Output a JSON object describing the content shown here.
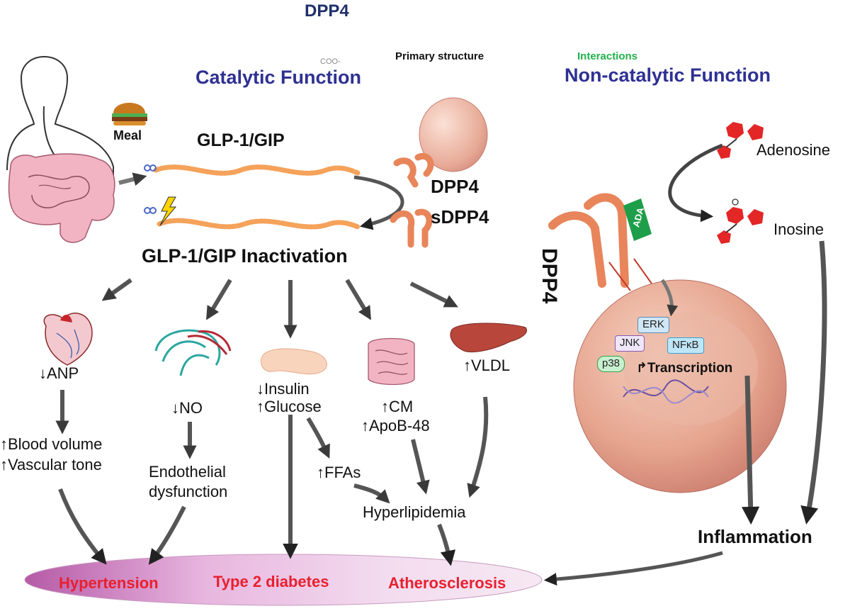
{
  "header": {
    "title": "DPP4",
    "primary_structure": "Primary structure",
    "interactions": "Interactions",
    "faint_text": "COO-",
    "catalytic": "Catalytic Function",
    "non_catalytic": "Non-catalytic Function"
  },
  "catalytic": {
    "meal": "Meal",
    "glp_top": "GLP-1/GIP",
    "dpp4": "DPP4",
    "sdpp4": "sDPP4",
    "inactivation": "GLP-1/GIP Inactivation",
    "anp": "↓ANP",
    "no": "↓NO",
    "insulin": "↓Insulin",
    "glucose": "↑Glucose",
    "cm": "↑CM",
    "apob": "↑ApoB-48",
    "vldl": "↑VLDL",
    "blood_volume": "↑Blood volume",
    "vascular_tone": "↑Vascular tone",
    "endothelial_1": "Endothelial",
    "endothelial_2": "dysfunction",
    "ffas": "↑FFAs",
    "hyperlipidemia": "Hyperlipidemia"
  },
  "non_catalytic": {
    "adenosine": "Adenosine",
    "inosine": "Inosine",
    "ada": "ADA",
    "dpp4_vertical": "DPP4",
    "erk": "ERK",
    "jnk": "JNK",
    "nfkb": "NFκB",
    "p38": "p38",
    "transcription": "Transcription",
    "inflammation": "Inflammation"
  },
  "outcomes": {
    "hypertension": "Hypertension",
    "diabetes": "Type 2 diabetes",
    "atherosclerosis": "Atherosclerosis"
  },
  "colors": {
    "title": "#1f2f6b",
    "header": "#2e3192",
    "disease": "#e8202f",
    "interactions": "#22b14c",
    "dpp4_orange": "#e8855a",
    "ada_green": "#1e9e4a",
    "molecule_red": "#e32626"
  }
}
